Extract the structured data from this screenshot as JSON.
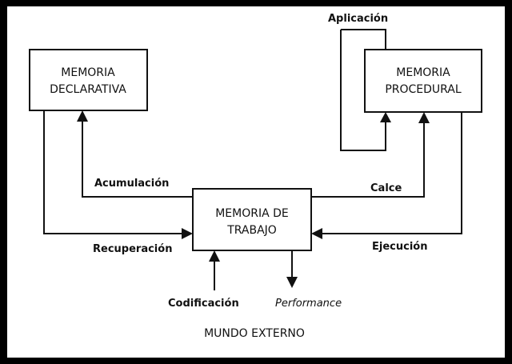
{
  "boxes": {
    "declarativa": {
      "line1": "MEMORIA",
      "line2": "DECLARATIVA"
    },
    "procedural": {
      "line1": "MEMORIA",
      "line2": "PROCEDURAL"
    },
    "trabajo": {
      "line1": "MEMORIA  DE",
      "line2": "TRABAJO"
    }
  },
  "labels": {
    "aplicacion": "Aplicación",
    "acumulacion": "Acumulación",
    "calce": "Calce",
    "recuperacion": "Recuperación",
    "ejecucion": "Ejecución",
    "codificacion": "Codificación",
    "performance": "Performance",
    "mundo_externo": "MUNDO EXTERNO"
  }
}
